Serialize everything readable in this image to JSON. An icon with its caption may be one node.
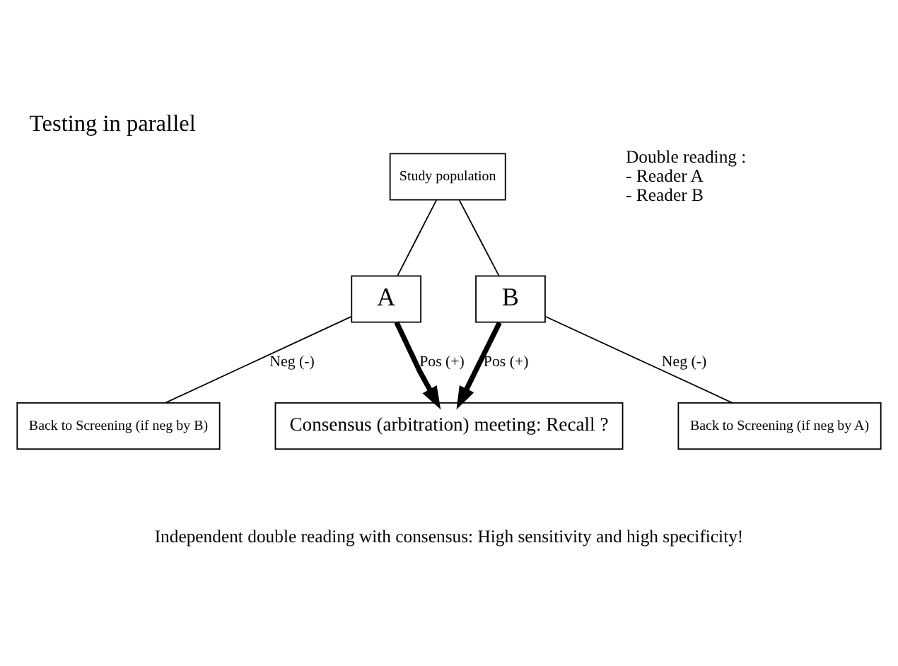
{
  "diagram": {
    "title": "Testing in parallel",
    "caption": "Independent double reading with consensus: High sensitivity and high specificity!",
    "nodes": [
      {
        "text": [
          "Study population"
        ]
      },
      {
        "text": [
          "A"
        ]
      },
      {
        "text": [
          "B"
        ]
      },
      {
        "text": [
          "Back to Screening (if neg by B)"
        ]
      },
      {
        "text": [
          "Back to Screening (if neg by A)"
        ]
      },
      {
        "text": [
          "Consensus (arbitration) meeting: Recall ?"
        ]
      }
    ],
    "edges": [
      {
        "from": 0,
        "to": 1,
        "arrow": "none"
      },
      {
        "from": 0,
        "to": 2,
        "arrow": "none"
      },
      {
        "from": 1,
        "to": 3,
        "arrow": "none",
        "label": "Neg (-)"
      },
      {
        "from": 1,
        "to": 5,
        "arrow": "to",
        "label": "Pos (+)",
        "style": "thick"
      },
      {
        "from": 2,
        "to": 5,
        "arrow": "to",
        "label": "Pos (+)",
        "style": "thick"
      },
      {
        "from": 2,
        "to": 4,
        "arrow": "none",
        "label": "Neg (-)"
      }
    ],
    "labels": [
      "Double reading :",
      "- Reader A",
      "- Reader B"
    ]
  }
}
